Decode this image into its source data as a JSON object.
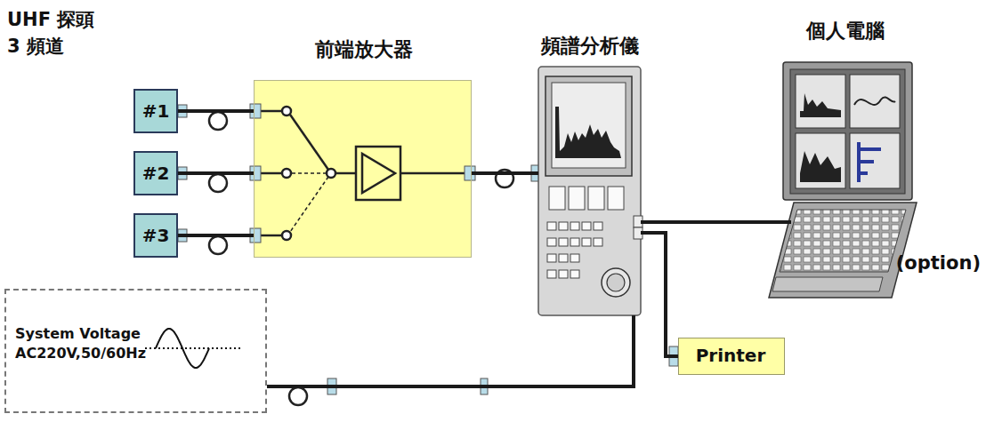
{
  "diagram": {
    "nodes": [
      {
        "text": [
          "#1"
        ]
      },
      {
        "text": [
          "#2"
        ]
      },
      {
        "text": [
          "#3"
        ]
      },
      {
        "text": [
          "前端放大器"
        ]
      },
      {
        "text": [
          "頻譜分析儀"
        ]
      },
      {
        "text": [
          "個人電腦"
        ]
      },
      {
        "text": [
          "Printer"
        ]
      },
      {
        "text": [
          "System Voltage AC220V,50/60Hz"
        ]
      }
    ],
    "edges": [
      {
        "from": 0,
        "to": 3,
        "arrow": "none"
      },
      {
        "from": 1,
        "to": 3,
        "arrow": "none"
      },
      {
        "from": 2,
        "to": 3,
        "arrow": "none"
      },
      {
        "from": 3,
        "to": 4,
        "arrow": "none"
      },
      {
        "from": 4,
        "to": 5,
        "arrow": "none"
      },
      {
        "from": 4,
        "to": 6,
        "arrow": "none"
      },
      {
        "from": 7,
        "to": 4,
        "arrow": "none"
      }
    ],
    "labels": [
      "UHF 探頭",
      "3 頻道",
      "(option)"
    ]
  }
}
